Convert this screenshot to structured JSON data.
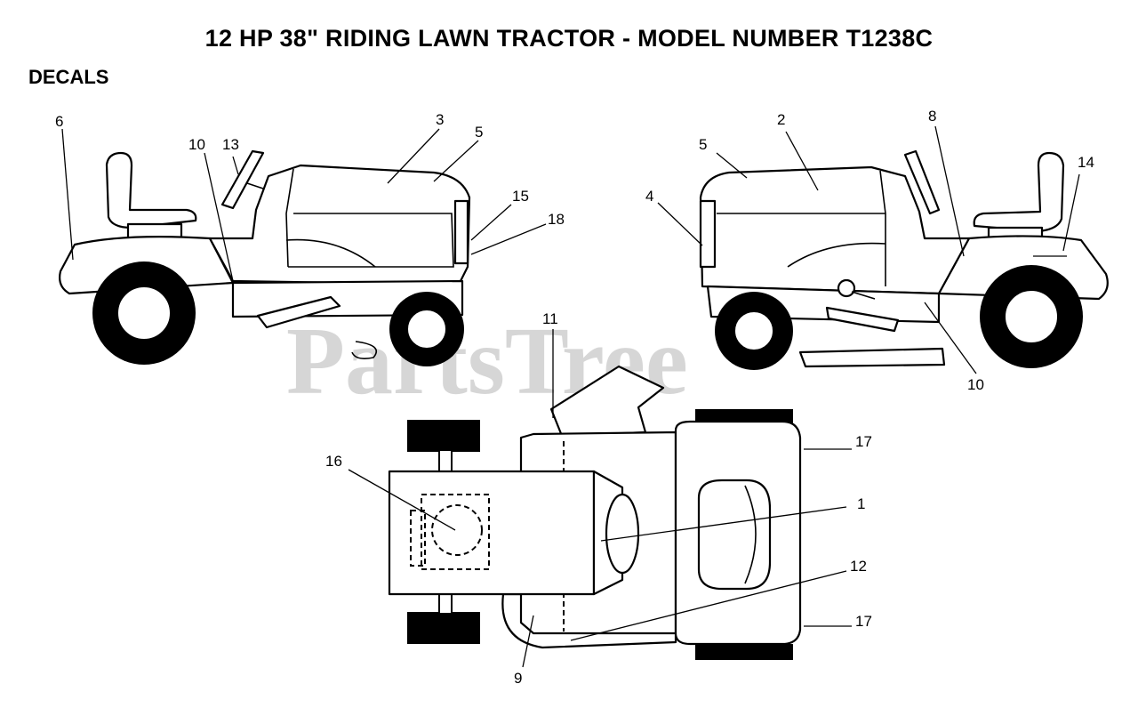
{
  "title": "12 HP 38\" RIDING LAWN TRACTOR - MODEL NUMBER T1238C",
  "section_label": "DECALS",
  "watermark": "PartsTree",
  "callouts": {
    "c1": "1",
    "c2": "2",
    "c3": "3",
    "c4": "4",
    "c5_left": "5",
    "c5_right": "5",
    "c6": "6",
    "c8": "8",
    "c9": "9",
    "c10_left": "10",
    "c10_right": "10",
    "c11": "11",
    "c12": "12",
    "c13": "13",
    "c14": "14",
    "c15": "15",
    "c16": "16",
    "c17_top": "17",
    "c17_bottom": "17",
    "c18": "18"
  }
}
